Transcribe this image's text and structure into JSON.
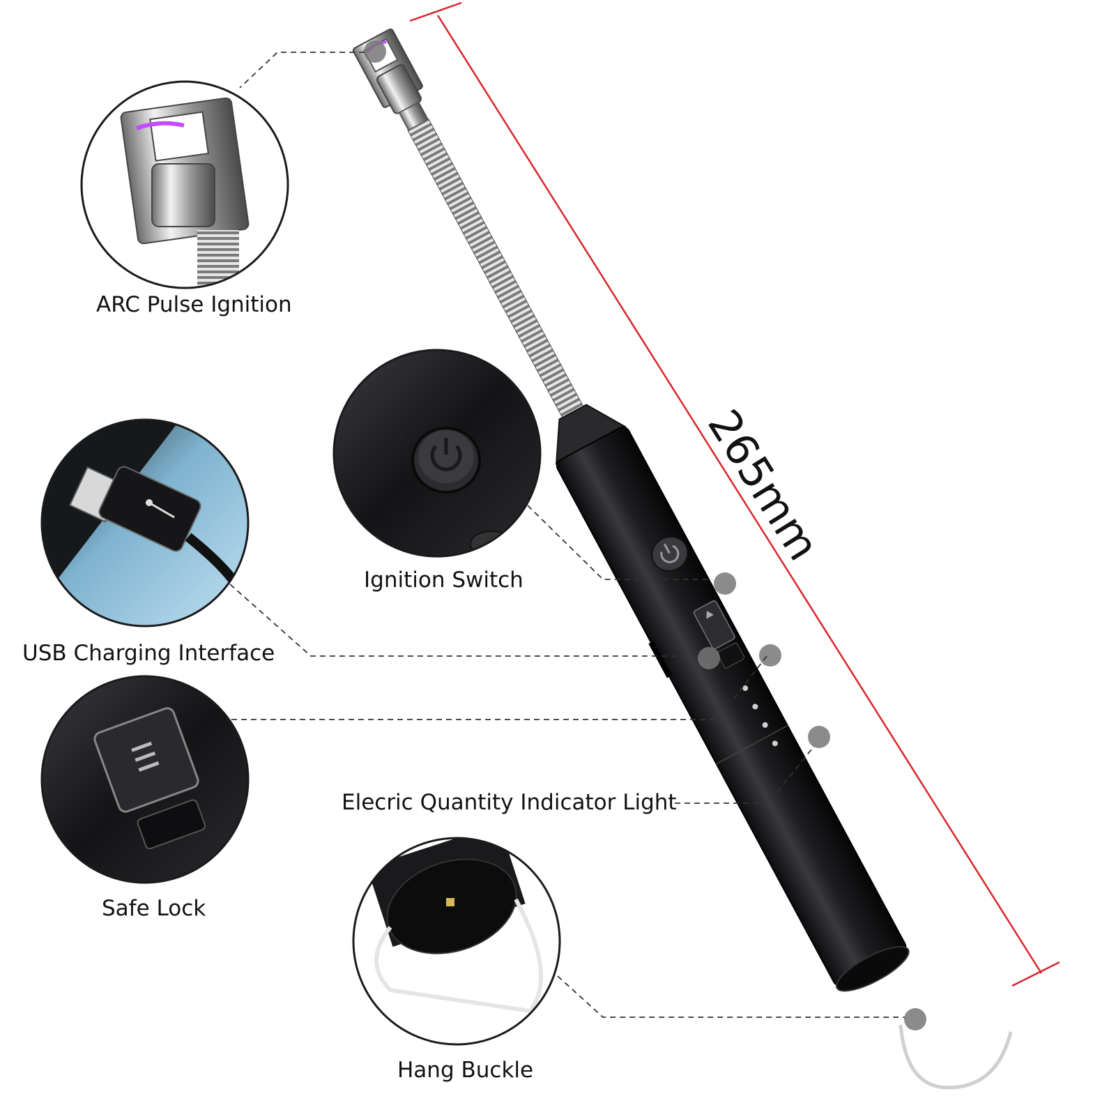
{
  "dimension": {
    "length_label": "265mm",
    "line_color": "#d9252a"
  },
  "callouts": [
    {
      "id": "arc",
      "label": "ARC Pulse Ignition"
    },
    {
      "id": "switch",
      "label": "Ignition Switch"
    },
    {
      "id": "usb",
      "label": "USB Charging Interface"
    },
    {
      "id": "lock",
      "label": "Safe Lock"
    },
    {
      "id": "indicator",
      "label": "Elecric Quantity Indicator Light"
    },
    {
      "id": "buckle",
      "label": "Hang Buckle"
    }
  ],
  "colors": {
    "body": "#1c1c1e",
    "metal": "#bdbdbd",
    "arc": "#c24bff",
    "leader": "#333333",
    "usb_bg": "#a9d3ea"
  }
}
